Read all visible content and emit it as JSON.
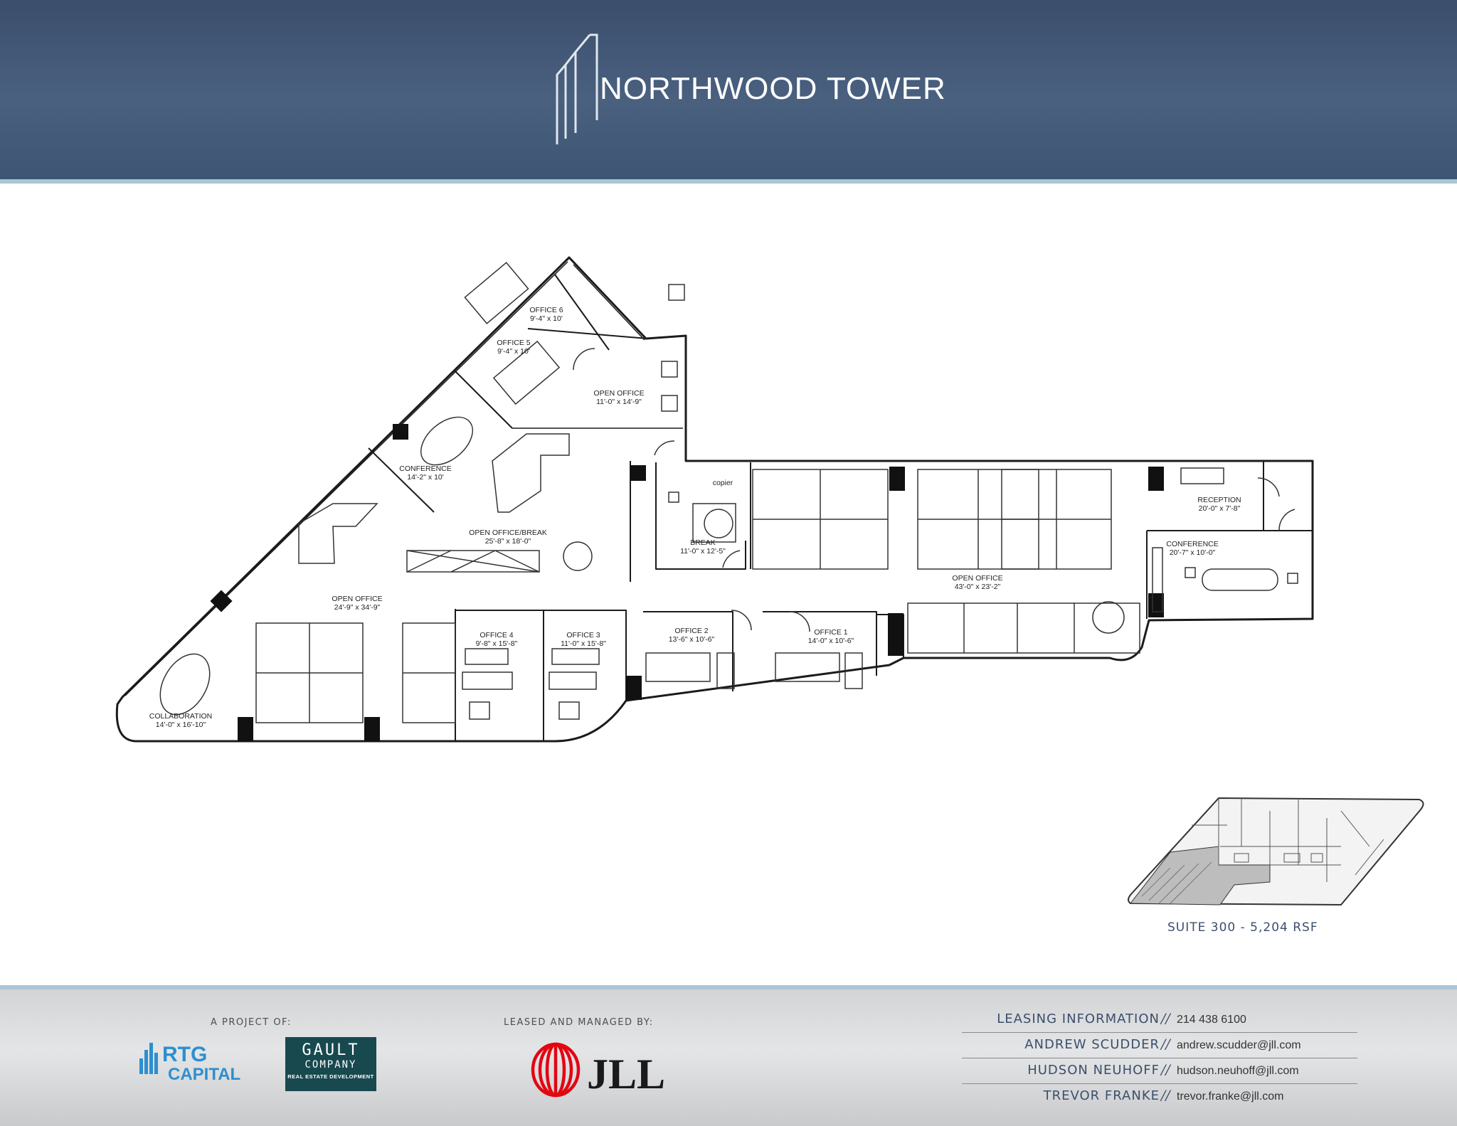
{
  "header": {
    "title": "NORTHWOOD TOWER"
  },
  "floorplan": {
    "rooms": [
      {
        "name": "OFFICE 6",
        "size": "9'-4\" x 10'"
      },
      {
        "name": "OFFICE 5",
        "size": "9'-4\" x 10'"
      },
      {
        "name": "OPEN OFFICE",
        "size": "11'-0\" x 14'-9\""
      },
      {
        "name": "CONFERENCE",
        "size": "14'-2\" x 10'"
      },
      {
        "name": "OPEN OFFICE/BREAK",
        "size": "25'-8\" x 18'-0\""
      },
      {
        "name": "BREAK",
        "size": "11'-0\" x 12'-5\""
      },
      {
        "name": "OPEN OFFICE",
        "size": "24'-9\" x 34'-9\""
      },
      {
        "name": "COLLABORATION",
        "size": "14'-0\" x 16'-10\""
      },
      {
        "name": "OFFICE 4",
        "size": "9'-8\" x 15'-8\""
      },
      {
        "name": "OFFICE 3",
        "size": "11'-0\" x 15'-8\""
      },
      {
        "name": "OFFICE 2",
        "size": "13'-6\" x 10'-6\""
      },
      {
        "name": "OFFICE 1",
        "size": "14'-0\" x 10'-6\""
      },
      {
        "name": "OPEN OFFICE",
        "size": "43'-0\" x 23'-2\""
      },
      {
        "name": "RECEPTION",
        "size": "20'-0\" x 7'-8\""
      },
      {
        "name": "CONFERENCE",
        "size": "20'-7\" x 10'-0\""
      }
    ],
    "copier_label": "copier"
  },
  "suite": {
    "label": "SUITE 300 - 5,204 RSF"
  },
  "footer": {
    "project_caption": "A PROJECT OF:",
    "managed_caption": "LEASED AND MANAGED BY:",
    "rtg_logo": {
      "line1": "RTG",
      "line2": "CAPITAL"
    },
    "gault_logo": {
      "line1": "GAULT",
      "line2": "COMPANY",
      "line3": "REAL ESTATE DEVELOPMENT"
    },
    "jll_logo": {
      "text": "JLL",
      "color": "#e30613"
    },
    "leasing": [
      {
        "label": "LEASING INFORMATION",
        "value": "214 438 6100"
      },
      {
        "label": "ANDREW SCUDDER",
        "value": "andrew.scudder@jll.com"
      },
      {
        "label": "HUDSON NEUHOFF",
        "value": "hudson.neuhoff@jll.com"
      },
      {
        "label": "TREVOR FRANKE",
        "value": "trevor.franke@jll.com"
      }
    ]
  }
}
